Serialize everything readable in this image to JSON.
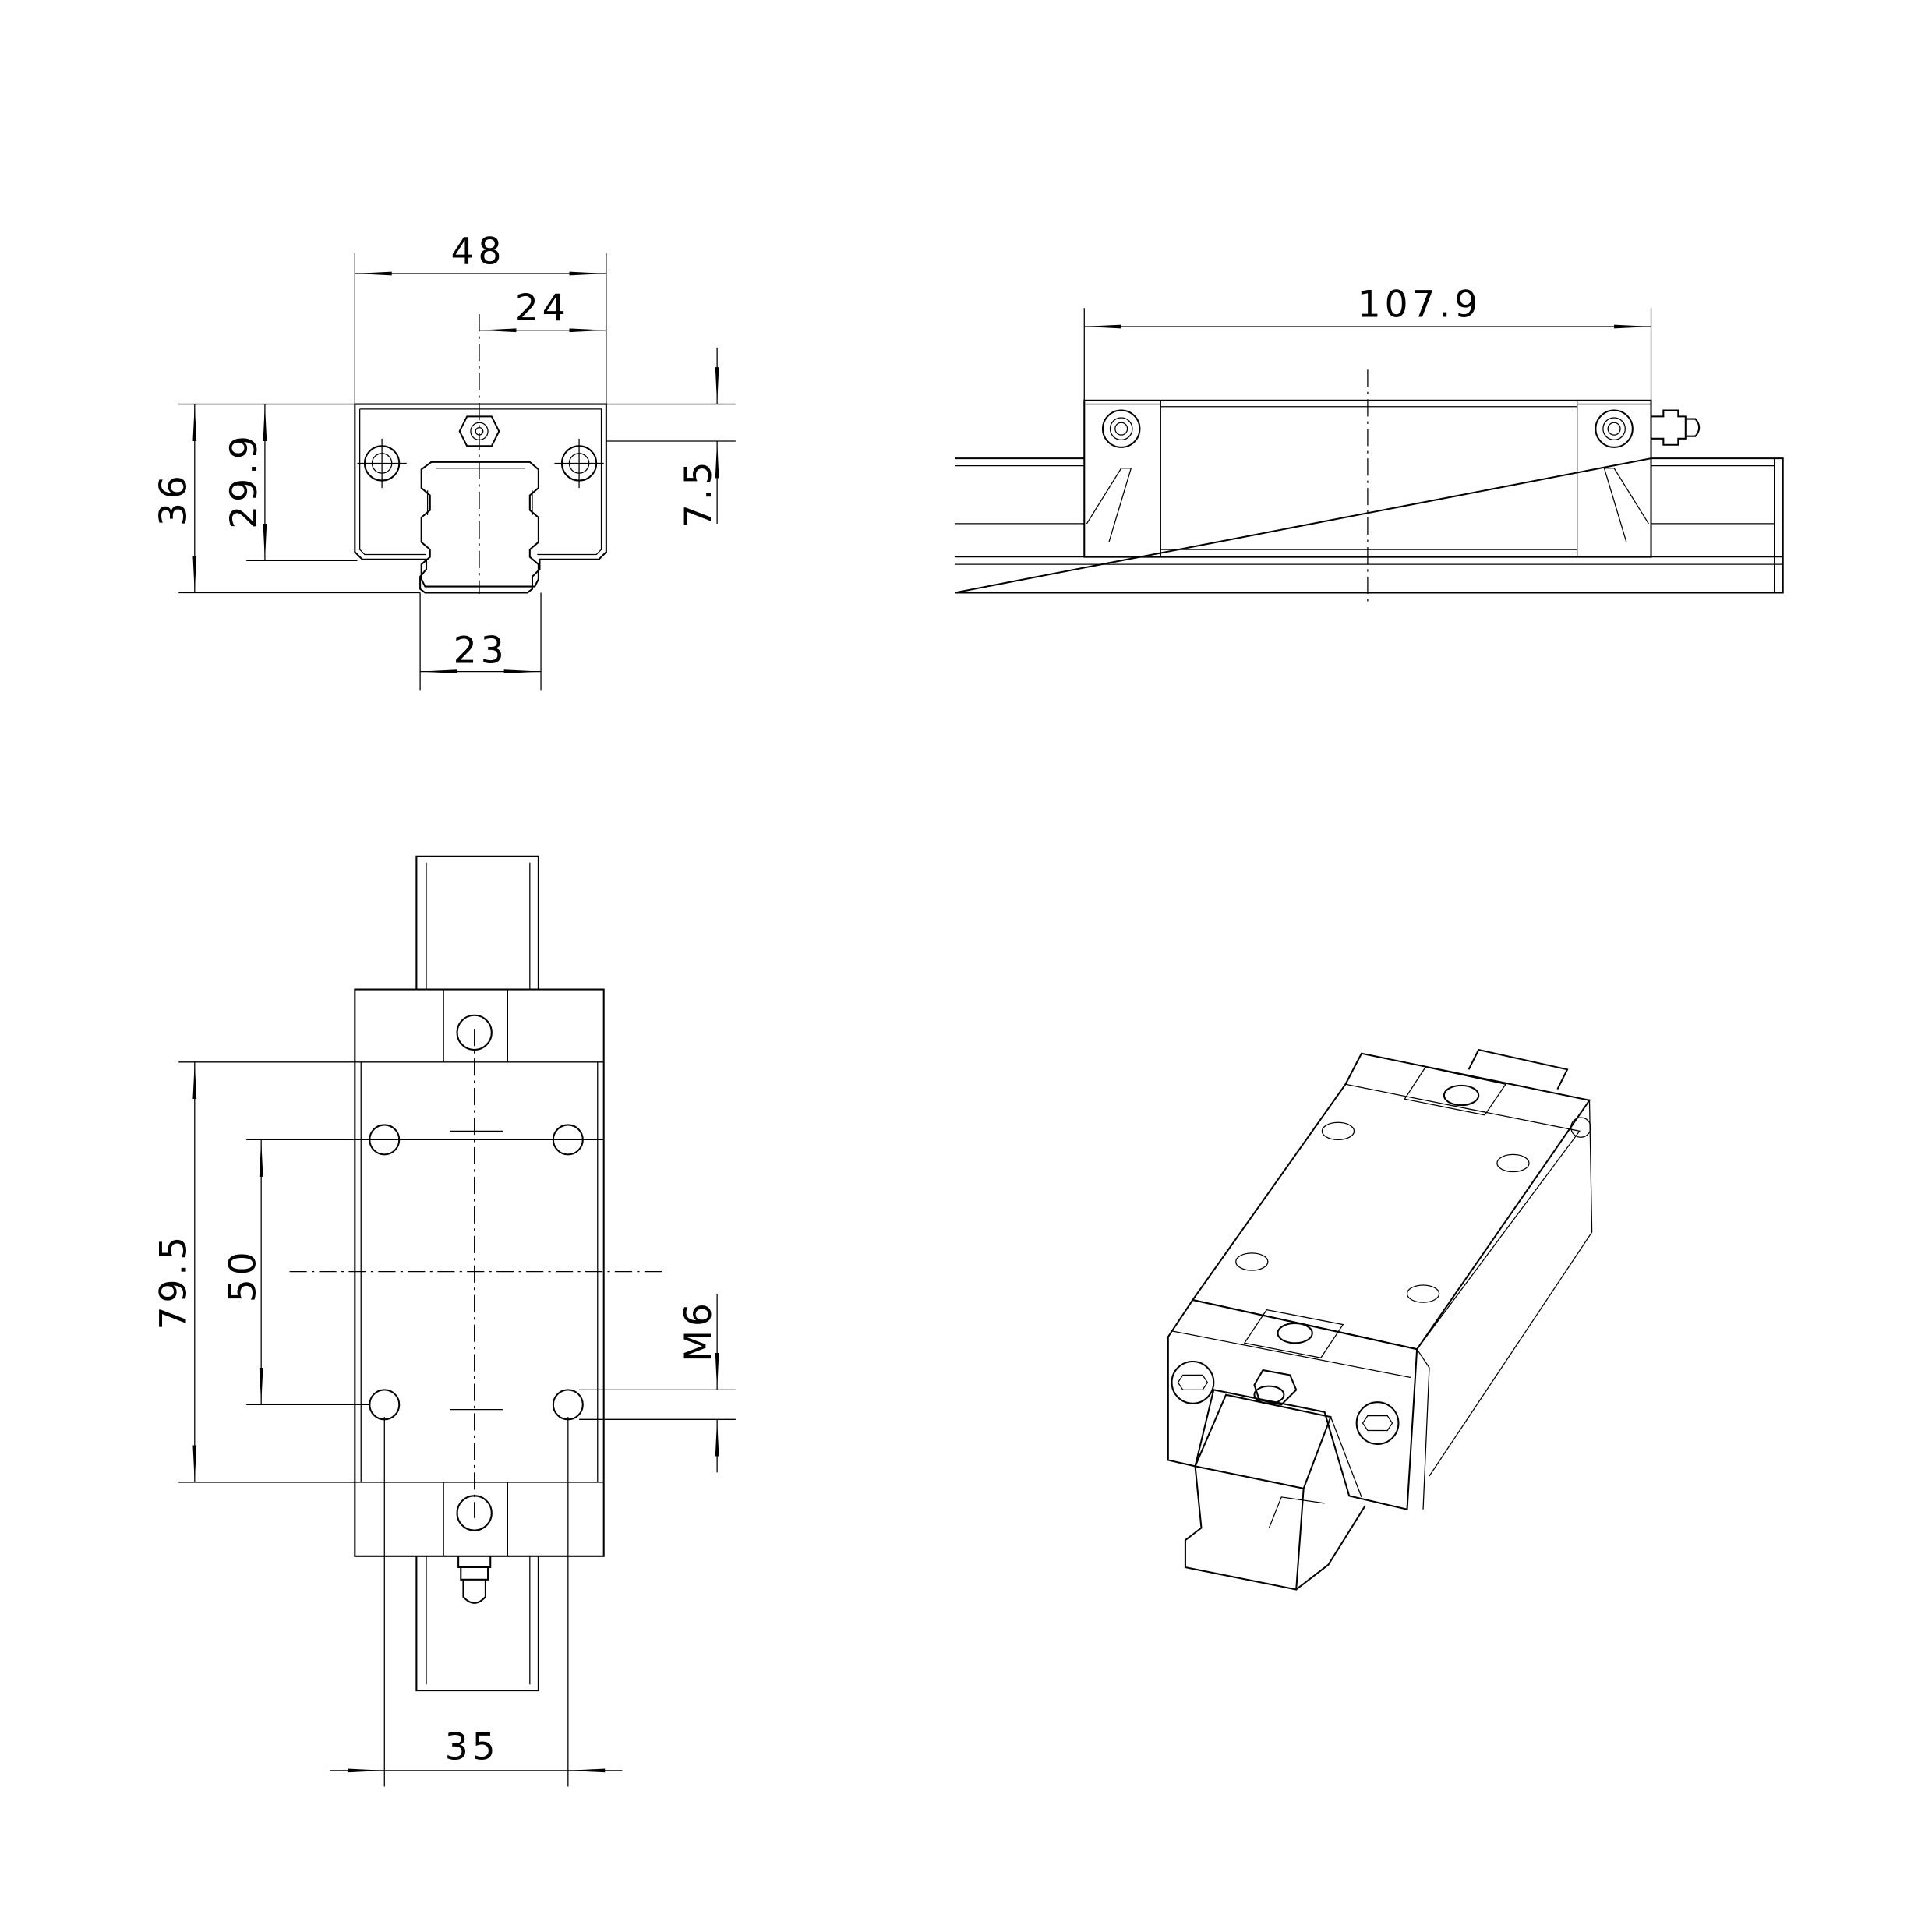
{
  "drawing": {
    "front_view": {
      "dimensions": {
        "block_width": "48",
        "half_width": "24",
        "total_height": "36",
        "block_height": "29.9",
        "top_offset": "7.5",
        "rail_width": "23"
      }
    },
    "side_view": {
      "dimensions": {
        "block_length": "107.9"
      }
    },
    "top_view": {
      "dimensions": {
        "body_length": "79.5",
        "hole_spacing_length": "50",
        "thread": "M6",
        "hole_spacing_width": "35"
      }
    },
    "isometric_view": {}
  }
}
